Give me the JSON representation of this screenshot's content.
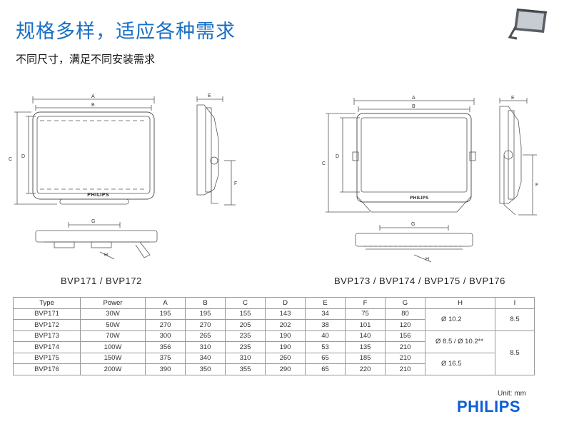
{
  "header": {
    "title": "规格多样，适应各种需求",
    "subtitle": "不同尺寸，满足不同安装需求"
  },
  "drawings": {
    "left": {
      "caption": "BVP171 / BVP172",
      "dim_labels": [
        "A",
        "B",
        "C",
        "D",
        "E",
        "F",
        "G",
        "H"
      ],
      "brand_mark": "PHILIPS"
    },
    "right": {
      "caption": "BVP173 / BVP174 / BVP175 / BVP176",
      "dim_labels": [
        "A",
        "B",
        "C",
        "D",
        "E",
        "F",
        "G",
        "H"
      ],
      "brand_mark": "PHILIPS"
    }
  },
  "spec_table": {
    "headers": [
      "Type",
      "Power",
      "A",
      "B",
      "C",
      "D",
      "E",
      "F",
      "G",
      "H",
      "I"
    ],
    "rows": [
      {
        "type": "BVP171",
        "power": "30W",
        "a": "195",
        "b": "195",
        "c": "155",
        "d": "143",
        "e": "34",
        "f": "75",
        "g": "80"
      },
      {
        "type": "BVP172",
        "power": "50W",
        "a": "270",
        "b": "270",
        "c": "205",
        "d": "202",
        "e": "38",
        "f": "101",
        "g": "120"
      },
      {
        "type": "BVP173",
        "power": "70W",
        "a": "300",
        "b": "265",
        "c": "235",
        "d": "190",
        "e": "40",
        "f": "140",
        "g": "156"
      },
      {
        "type": "BVP174",
        "power": "100W",
        "a": "356",
        "b": "310",
        "c": "235",
        "d": "190",
        "e": "53",
        "f": "135",
        "g": "210"
      },
      {
        "type": "BVP175",
        "power": "150W",
        "a": "375",
        "b": "340",
        "c": "310",
        "d": "260",
        "e": "65",
        "f": "185",
        "g": "210"
      },
      {
        "type": "BVP176",
        "power": "200W",
        "a": "390",
        "b": "350",
        "c": "355",
        "d": "290",
        "e": "65",
        "f": "220",
        "g": "210"
      }
    ],
    "h_groups": [
      "Ø 10.2",
      "Ø 8.5 / Ø 10.2**",
      "Ø 16.5"
    ],
    "i_groups": [
      "8.5",
      "8.5"
    ]
  },
  "footer": {
    "unit": "Unit: mm",
    "logo": "PHILIPS"
  },
  "colors": {
    "title": "#1a6fc4",
    "brand": "#0b5ed7",
    "line": "#555555"
  },
  "icons": {
    "thumbnail": "floodlight-product-icon"
  }
}
